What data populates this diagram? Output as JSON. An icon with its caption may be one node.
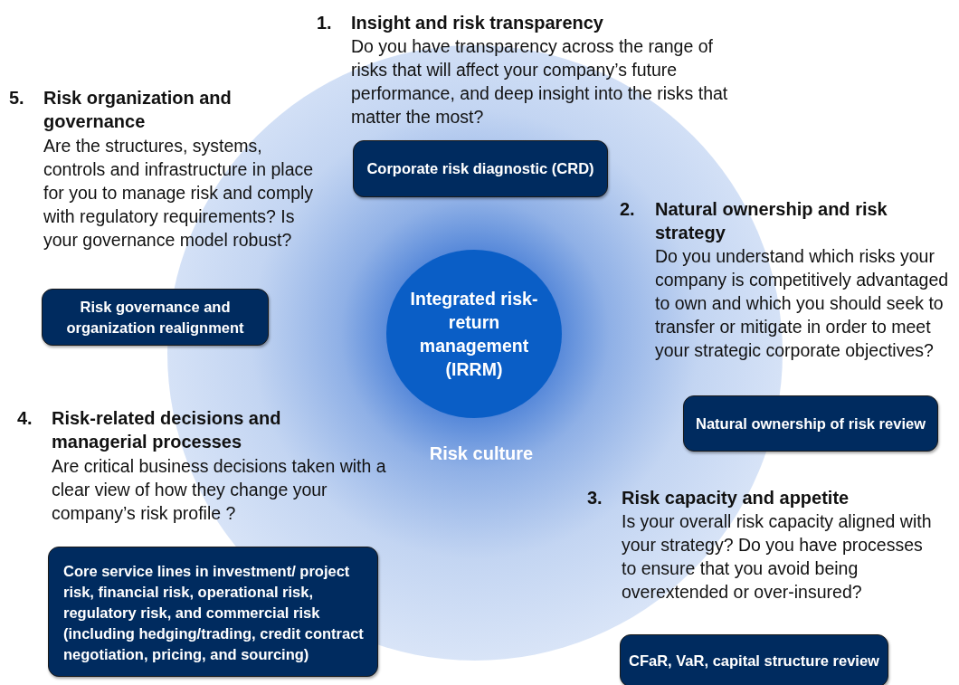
{
  "diagram": {
    "nodes": [
      {
        "text": [
          "Risk culture"
        ]
      },
      {
        "text": [
          "Integrated risk-return management (IRRM)"
        ],
        "in": 0
      },
      {
        "text": [
          "Corporate risk diagnostic (CRD)"
        ],
        "in": 0
      },
      {
        "text": [
          "Risk governance and organization realignment"
        ]
      },
      {
        "text": [
          "Natural ownership of risk review"
        ]
      },
      {
        "text": [
          "Core service lines in investment/ project risk, financial risk, operational risk, regulatory risk, and commercial risk (including hedging/trading, credit contract negotiation, pricing, and sourcing)"
        ]
      },
      {
        "text": [
          "CFaR, VaR, capital structure review"
        ]
      }
    ],
    "labels": [
      "1.",
      "Insight and risk transparency",
      "Do you have transparency across the range of risks that will affect your company’s future performance, and deep insight into the risks that matter the most?",
      "5.",
      "Risk organization and governance",
      "Are the structures, systems, controls and infrastructure in place for you to manage risk and comply with regulatory requirements? Is your governance model robust?",
      "2.",
      "Natural ownership and risk strategy",
      "Do you understand which risks your company is competitively advantaged to own and which you should seek to transfer or mitigate in order to meet your strategic corporate objectives?",
      "4.",
      "Risk-related decisions and managerial processes",
      "Are critical business decisions taken with a clear view of how they change your company’s risk profile ?",
      "3.",
      "Risk capacity and appetite",
      "Is your overall risk capacity aligned with your strategy? Do you have processes to ensure that you avoid being overextended or over-insured?"
    ]
  }
}
